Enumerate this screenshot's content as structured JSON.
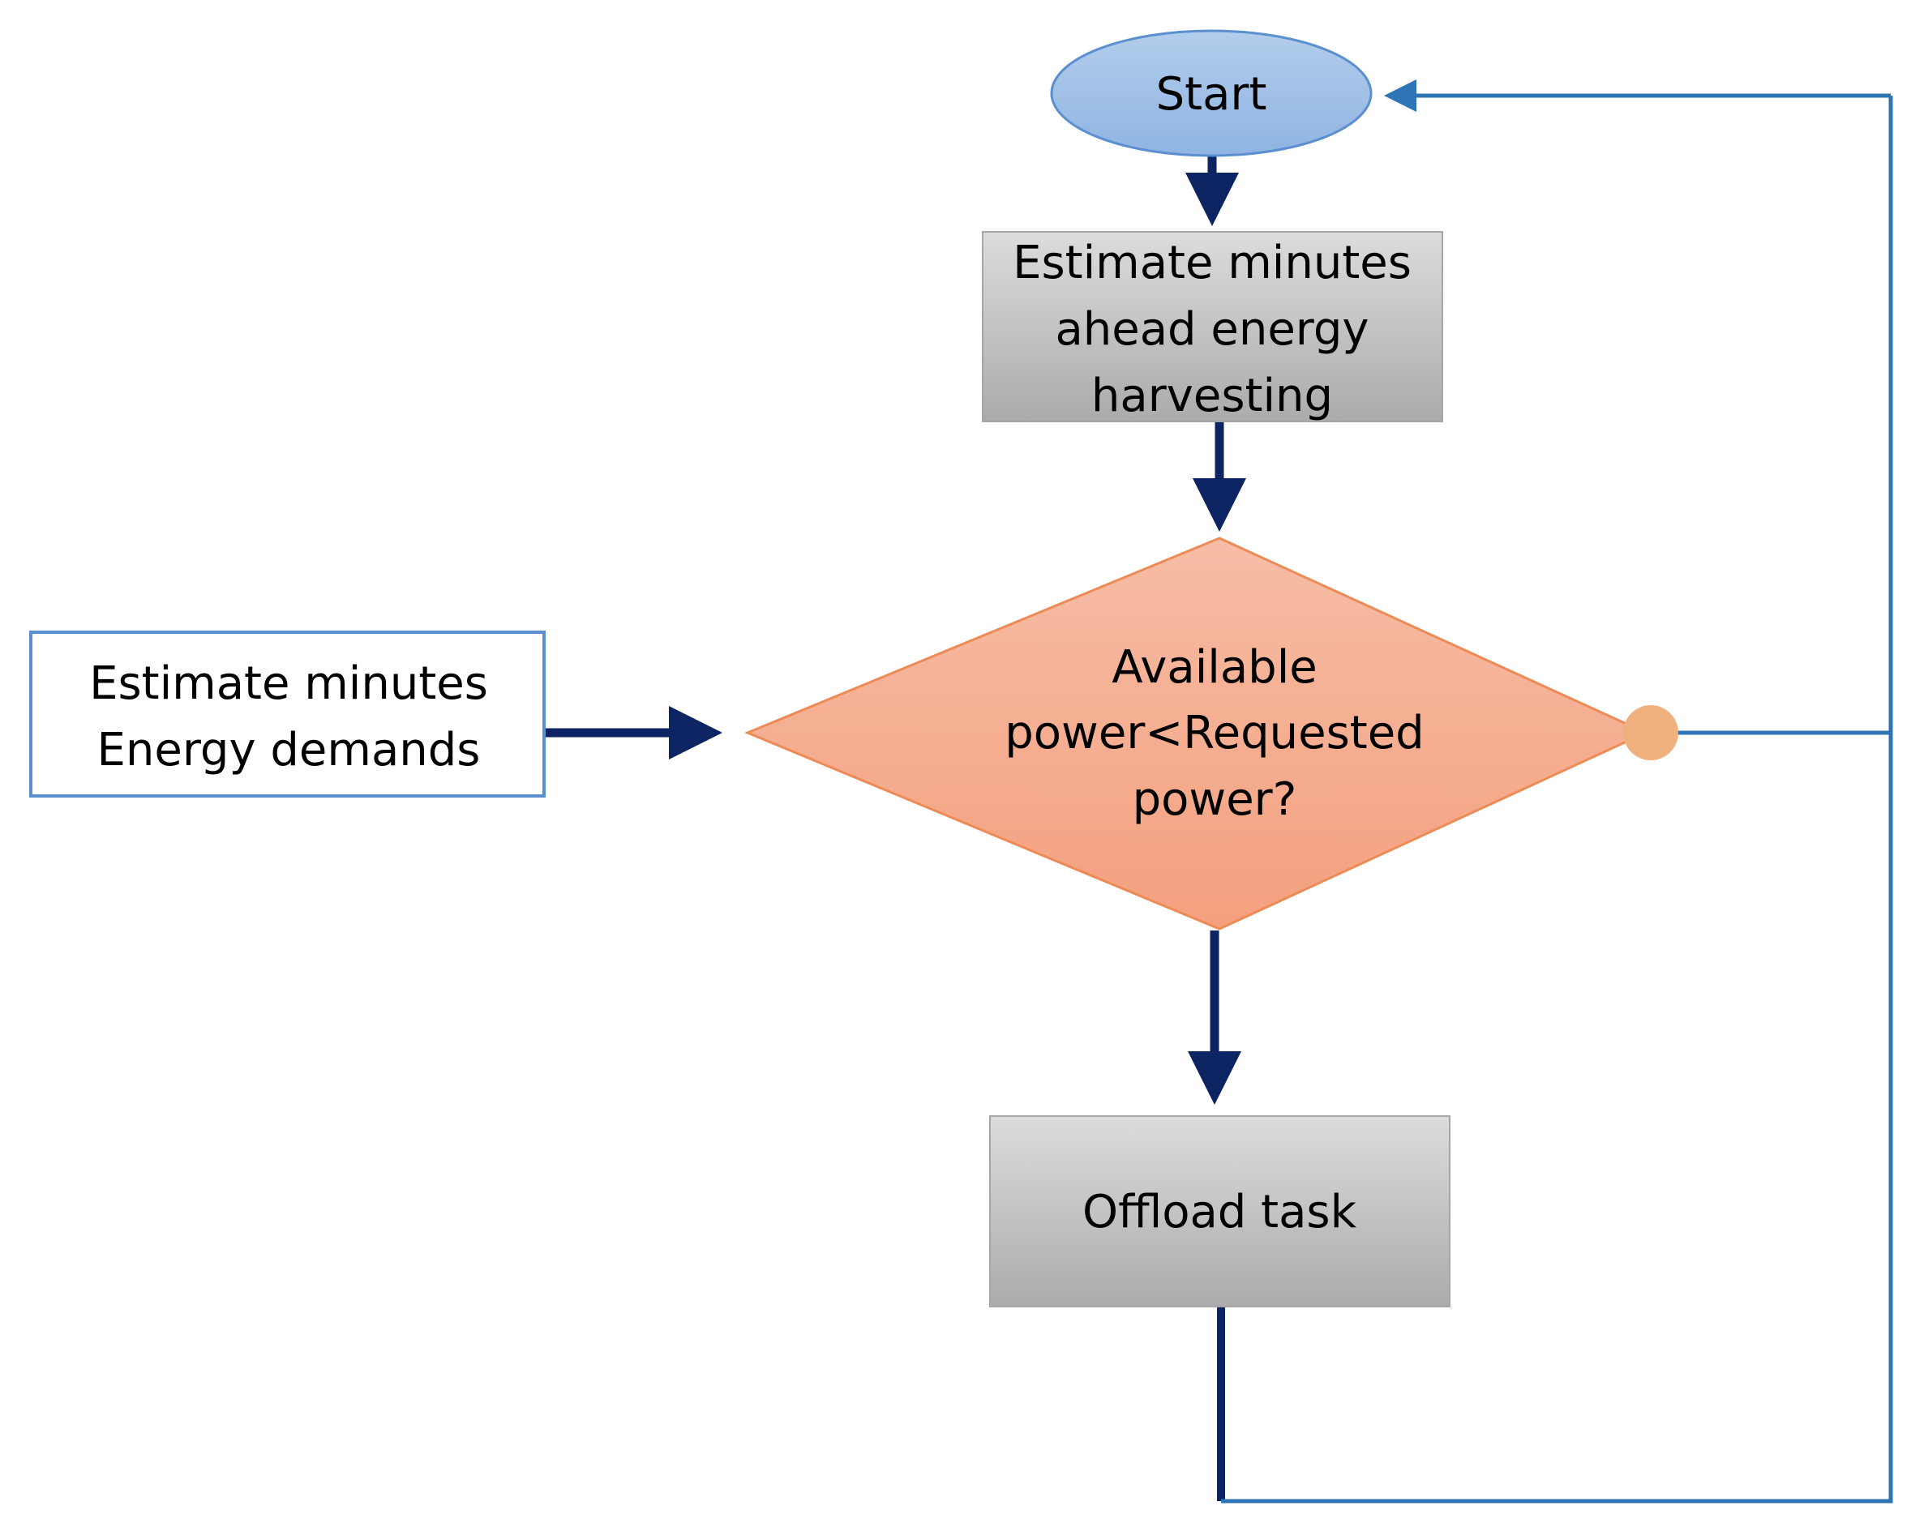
{
  "nodes": {
    "start": {
      "label": "Start"
    },
    "estimate_harvesting": {
      "lines": [
        "Estimate minutes",
        "ahead energy",
        "harvesting"
      ]
    },
    "estimate_demands": {
      "lines": [
        "Estimate minutes",
        "Energy demands"
      ]
    },
    "decision": {
      "lines": [
        "Available",
        "power<Requested",
        "power?"
      ]
    },
    "offload": {
      "label": "Offload task"
    }
  },
  "colors": {
    "dark_arrow": "#0c2461",
    "blue_line": "#2e75b6",
    "start_fill_top": "#b3cdeb",
    "start_fill_bottom": "#8fb4e3",
    "start_stroke": "#5b8fd0",
    "process_fill_top": "#dcdcdc",
    "process_fill_bottom": "#ababab",
    "process_stroke": "#a6a6a6",
    "decision_fill_top": "#f6bda6",
    "decision_fill_bottom": "#f4a07e",
    "decision_stroke": "#ed8a55",
    "input_stroke": "#5b8fd0",
    "connector_dot": "#f0b07e"
  }
}
